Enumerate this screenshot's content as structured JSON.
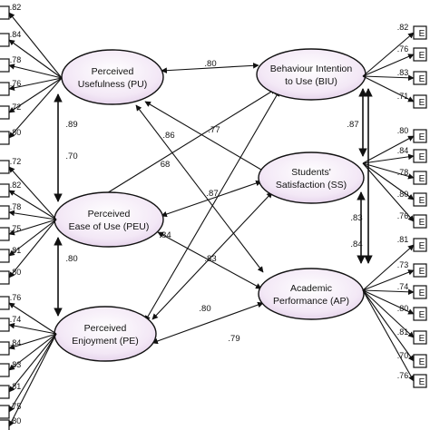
{
  "constructs": {
    "pu": {
      "line1": "Perceived",
      "line2": "Usefulness (PU)"
    },
    "peu": {
      "line1": "Perceived",
      "line2": "Ease of Use (PEU)"
    },
    "pe": {
      "line1": "Perceived",
      "line2": "Enjoyment (PE)"
    },
    "biu": {
      "line1": "Behaviour Intention",
      "line2": "to Use (BIU)"
    },
    "ss": {
      "line1": "Students'",
      "line2": "Satisfaction (SS)"
    },
    "ap": {
      "line1": "Academic",
      "line2": "Performance (AP)"
    }
  },
  "paths": {
    "pu_biu": ".80",
    "pu_ss": ".86",
    "pu_ap": "68",
    "pu_peu": ".89",
    "pu_peu_inner": ".70",
    "peu_pe": ".80",
    "peu_biu": ".77",
    "peu_ss": ".87",
    "peu_ap": ".83",
    "pe_biu": ".84",
    "pe_ss": ".80",
    "pe_ap": ".79",
    "biu_ss": ".87",
    "ss_ap": ".83",
    "biu_ap": ".84"
  },
  "loadings": {
    "pu": [
      ".82",
      ".84",
      ".78",
      ".76",
      ".72",
      ".80"
    ],
    "peu": [
      ".72",
      ".82",
      ".78",
      ".75",
      ".81",
      ".80"
    ],
    "pe": [
      ".76",
      ".74",
      ".84",
      ".83",
      ".81",
      ".75",
      ".80"
    ],
    "biu": [
      ".82",
      ".76",
      ".83",
      ".71"
    ],
    "ss": [
      ".80",
      ".84",
      ".78",
      ".80",
      ".76"
    ],
    "ap": [
      ".81",
      ".73",
      ".74",
      ".80",
      ".81",
      ".70",
      ".76"
    ]
  },
  "box_prefix": "E"
}
